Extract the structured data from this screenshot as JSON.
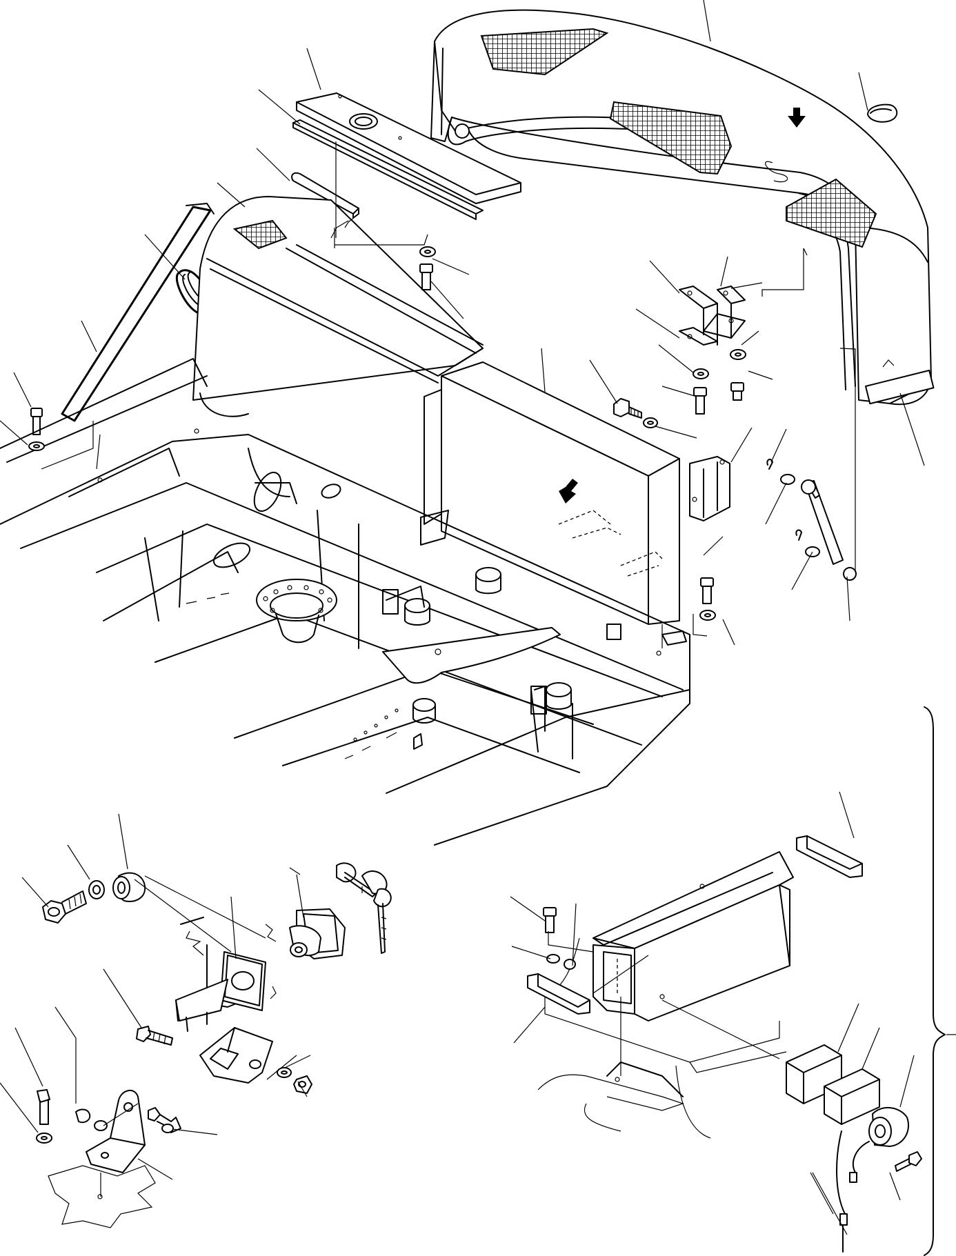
{
  "diagram": {
    "kind": "exploded parts drawing (engine hood, tool box, lock and fittings)",
    "text_labels": [],
    "colors": {
      "line": "#000000",
      "background": "#ffffff"
    },
    "callout_count": 52,
    "arrow_icons": 2,
    "groups": [
      "engine-hood-assembly",
      "tool-box-assembly",
      "lock-detail",
      "cover-latch-detail"
    ]
  }
}
